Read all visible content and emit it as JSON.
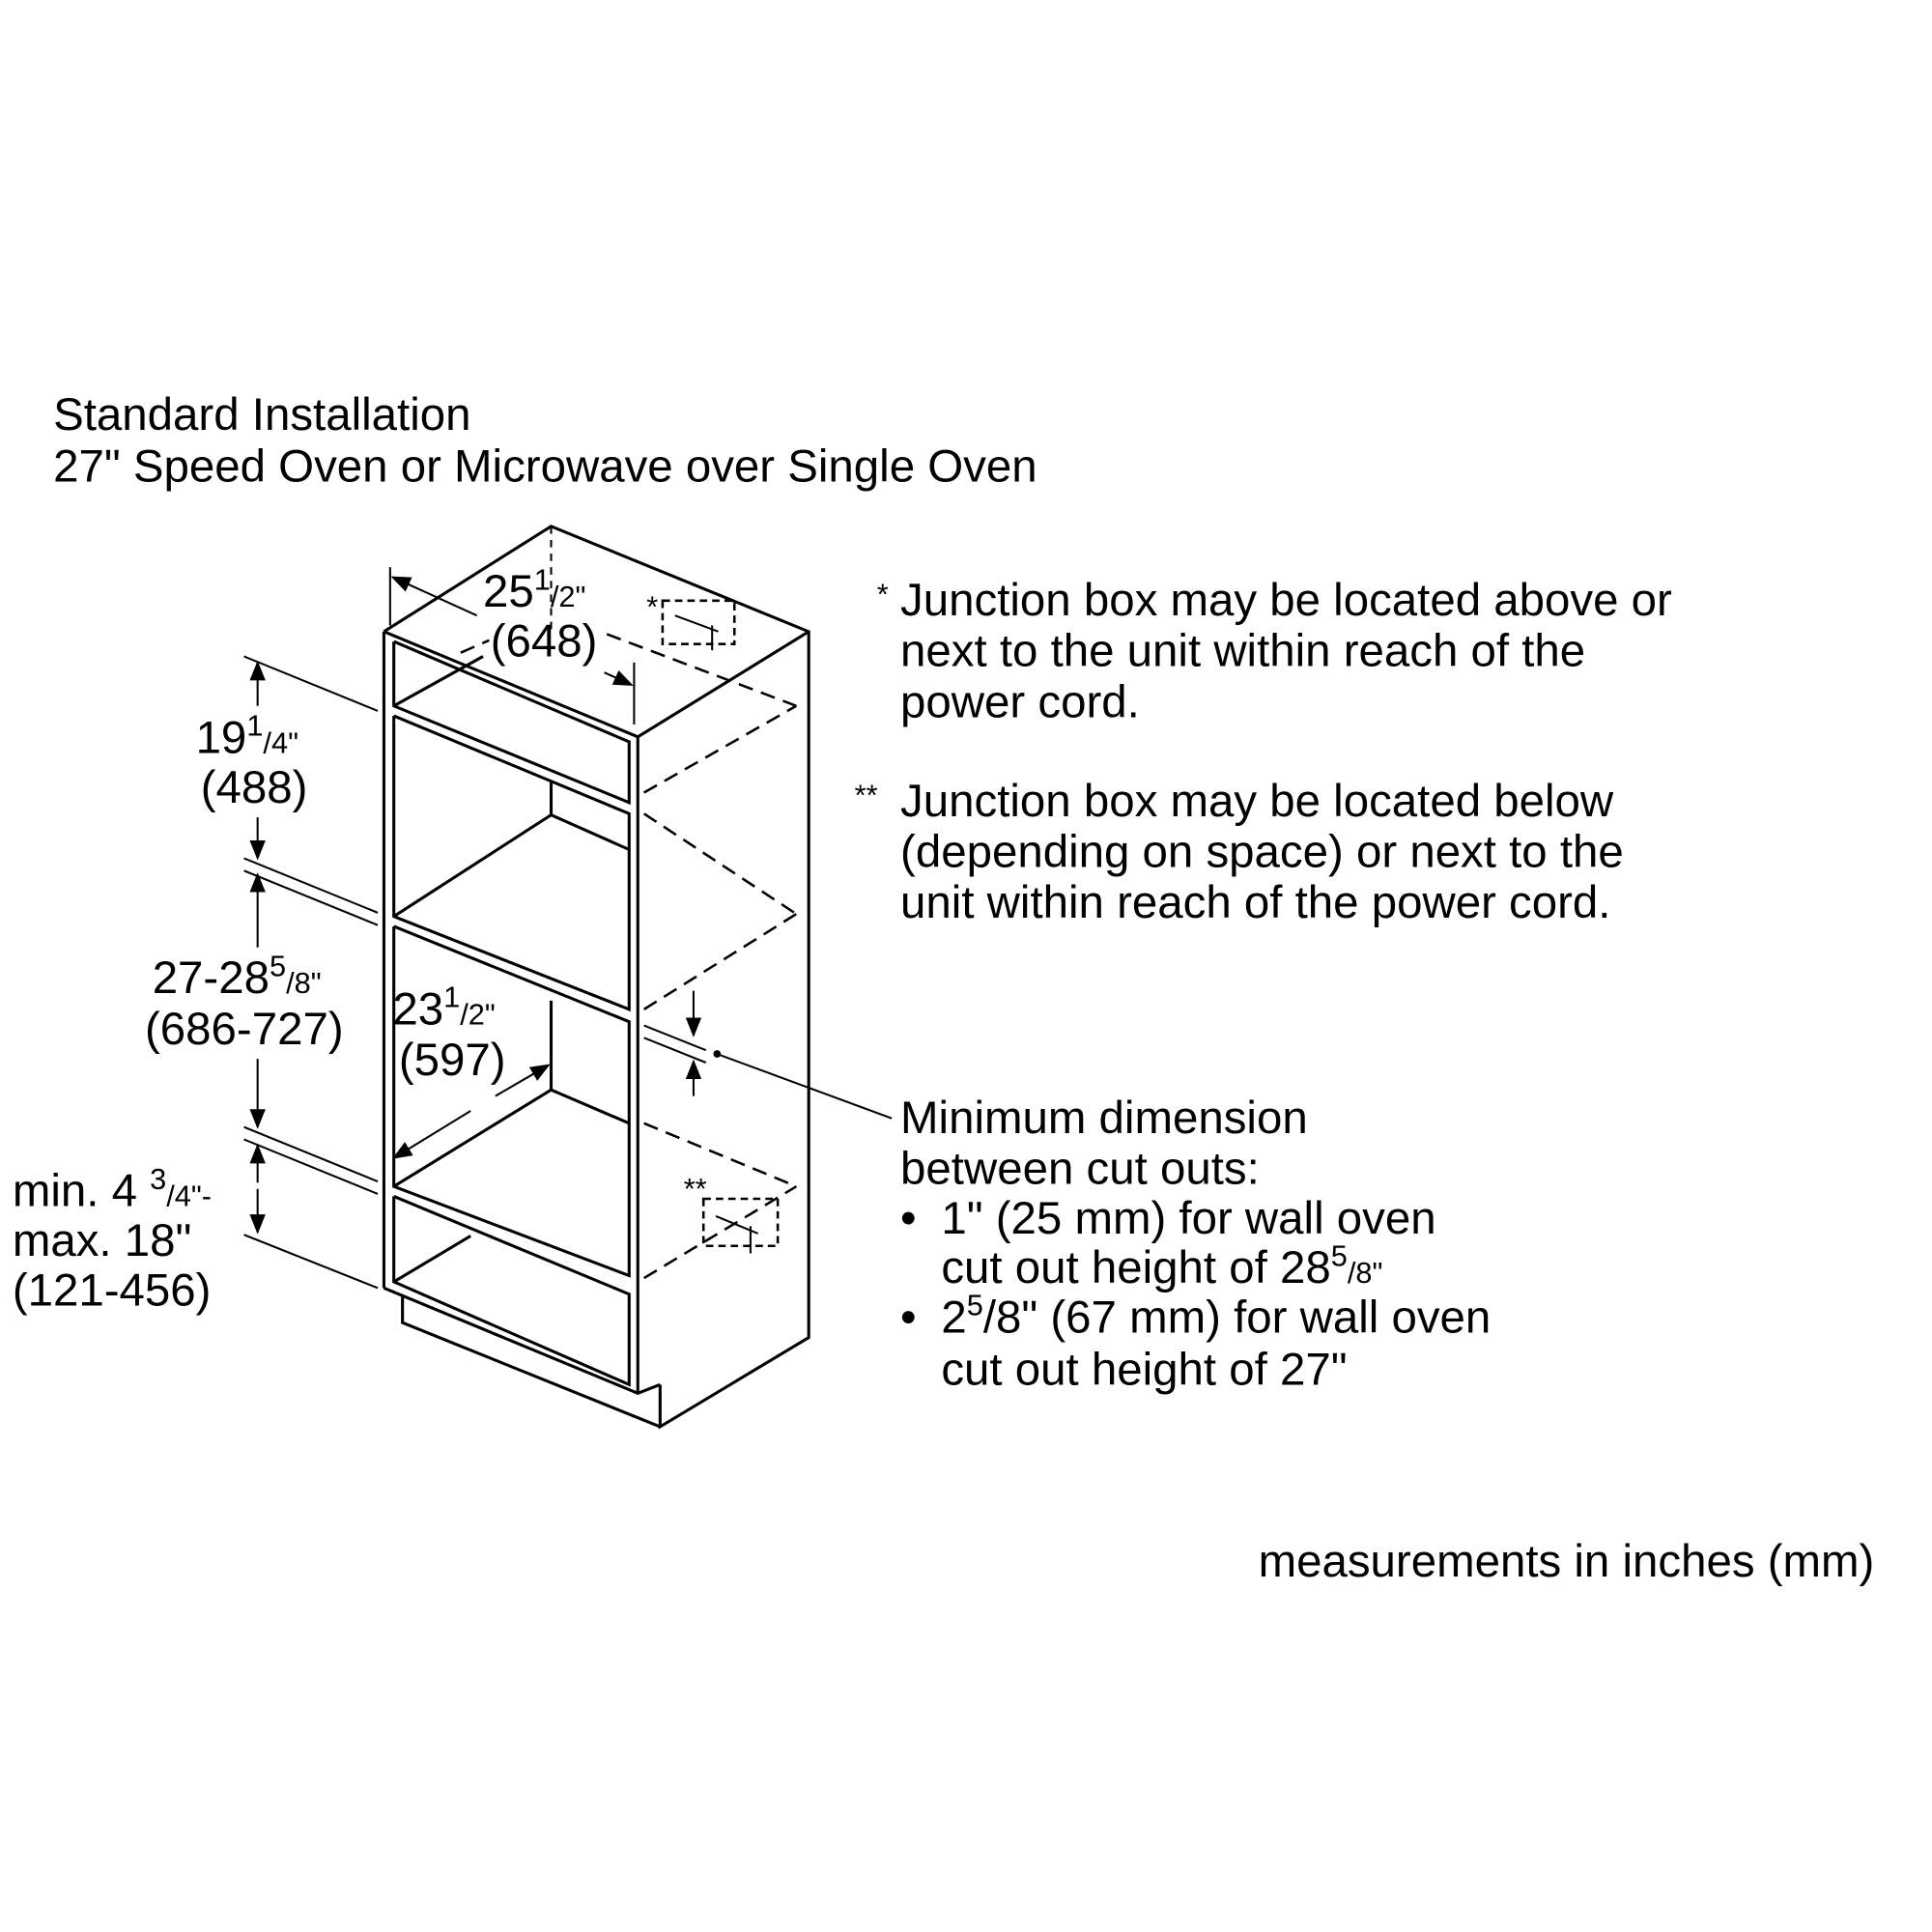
{
  "title": {
    "line1": "Standard Installation",
    "line2": "27\" Speed Oven or Microwave over Single Oven"
  },
  "dimensions": {
    "width": {
      "whole": "25",
      "num": "1",
      "den": "/2\"",
      "mm": "(648)"
    },
    "top_section": {
      "whole": "19",
      "num": "1",
      "den": "/4\"",
      "mm": "(488)"
    },
    "cutout": {
      "whole": "27-28",
      "num": "5",
      "den": "/8\"",
      "mm": "(686-727)"
    },
    "depth": {
      "whole": "23",
      "num": "1",
      "den": "/2\"",
      "mm": "(597)"
    },
    "bottom": {
      "pre": "min. 4 ",
      "num": "3",
      "den": "/4\"-",
      "line2": "max. 18\"",
      "mm": "(121-456)"
    }
  },
  "markers": {
    "single": "*",
    "double": "**"
  },
  "notes": [
    {
      "marker": "*",
      "lines": [
        "Junction box may be located above or",
        "next to the unit within reach of the",
        "power cord."
      ]
    },
    {
      "marker": "**",
      "lines": [
        "Junction box may be located below",
        "(depending on space) or next to the",
        "unit within reach of the power cord."
      ]
    }
  ],
  "minimum": {
    "lines": [
      "Minimum dimension",
      "between cut outs:"
    ],
    "bullet": "•",
    "b1_line1": "1\" (25 mm) for wall oven",
    "b1_line2_pre": "cut out height of 28",
    "b1_num": "5",
    "b1_den": "/8\"",
    "b2_pre": "2",
    "b2_num": "5",
    "b2_rest": "/8\" (67 mm) for wall oven",
    "b2_line2": "cut out height of 27\""
  },
  "footer": "measurements in inches (mm)"
}
